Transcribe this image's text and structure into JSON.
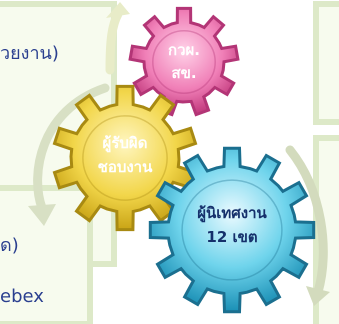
{
  "left_panel": {
    "line_1": "วยงาน)",
    "line_2": "ด)",
    "line_3": "ebex"
  },
  "gears": {
    "top": {
      "line_1": "กวผ.",
      "line_2": "สข.",
      "fill": "#e0559a",
      "text_color": "#ffffff"
    },
    "center": {
      "line_1": "ผู้รับผิด",
      "line_2": "ชอบงาน",
      "fill": "#f3dc4f",
      "text_color": "#ffffff"
    },
    "right": {
      "line_1": "ผู้นิเทศงาน",
      "line_2": "12 เขต",
      "fill": "#26b8d8",
      "text_color": "#15306b"
    }
  },
  "colors": {
    "panel_border": "#dde9c8",
    "panel_fill": "#f7fbee",
    "text_blue": "#2a3f8f"
  }
}
